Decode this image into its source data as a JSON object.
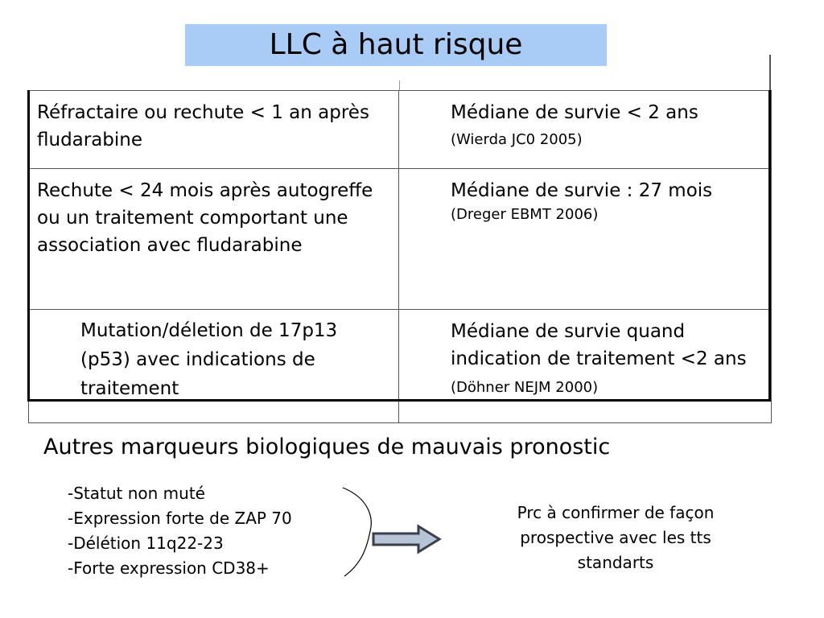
{
  "title": "LLC à haut risque",
  "table": {
    "rows": [
      {
        "criterion": "Réfractaire ou  rechute < 1 an après fludarabine",
        "outcome": "Médiane de survie < 2 ans",
        "reference": "(Wierda JC0 2005)"
      },
      {
        "criterion": "Rechute < 24 mois après autogreffe ou un traitement comportant une association avec fludarabine",
        "outcome": "Médiane  de survie : 27 mois",
        "reference": "(Dreger EBMT 2006)"
      },
      {
        "criterion": "Mutation/déletion de 17p13 (p53) avec indications de traitement",
        "outcome": "Médiane de survie quand indication de traitement <2 ans",
        "reference": "(Döhner NEJM 2000)"
      }
    ]
  },
  "subtitle": "Autres marqueurs biologiques de mauvais pronostic",
  "markers": [
    "-Statut non muté",
    "-Expression forte de ZAP 70",
    "-Délétion 11q22-23",
    "-Forte expression CD38+"
  ],
  "note": "Prc à confirmer de façon prospective avec les tts standarts",
  "colors": {
    "title_background": "#a9ccf7",
    "arrow_fill": "#b7c3d6",
    "arrow_stroke": "#3a3f4a"
  },
  "icons": {
    "bracket": "right-curly-bracket-icon",
    "arrow": "right-arrow-icon"
  }
}
